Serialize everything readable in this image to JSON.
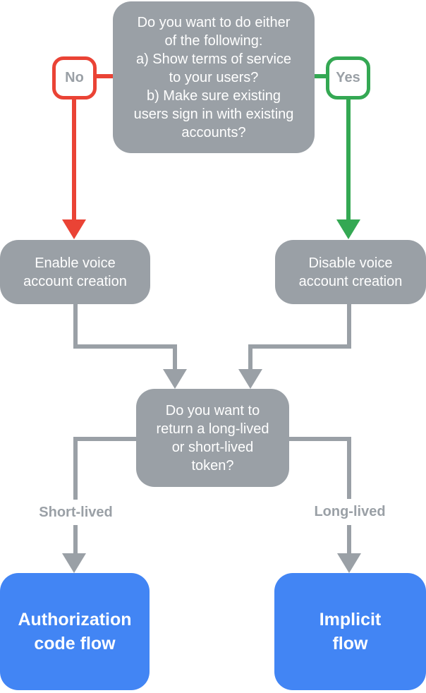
{
  "flowchart": {
    "question_top": "Do you want to do either\nof the following:\na) Show terms of service\nto your users?\nb) Make sure existing\nusers sign in with existing\naccounts?",
    "no_label": "No",
    "yes_label": "Yes",
    "enable_node": "Enable voice\naccount creation",
    "disable_node": "Disable voice\naccount creation",
    "question_token": "Do you want to\nreturn a long-lived\nor short-lived\ntoken?",
    "short_label": "Short-lived",
    "long_label": "Long-lived",
    "auth_node": "Authorization\ncode flow",
    "implicit_node": "Implicit\nflow",
    "colors": {
      "node_gray": "#9AA0A6",
      "no_red": "#EA4335",
      "yes_green": "#34A853",
      "result_blue": "#4285F4",
      "node_text": "#FFFFFF",
      "edge_label_gray": "#9AA0A6",
      "background": "#FFFFFF"
    }
  }
}
